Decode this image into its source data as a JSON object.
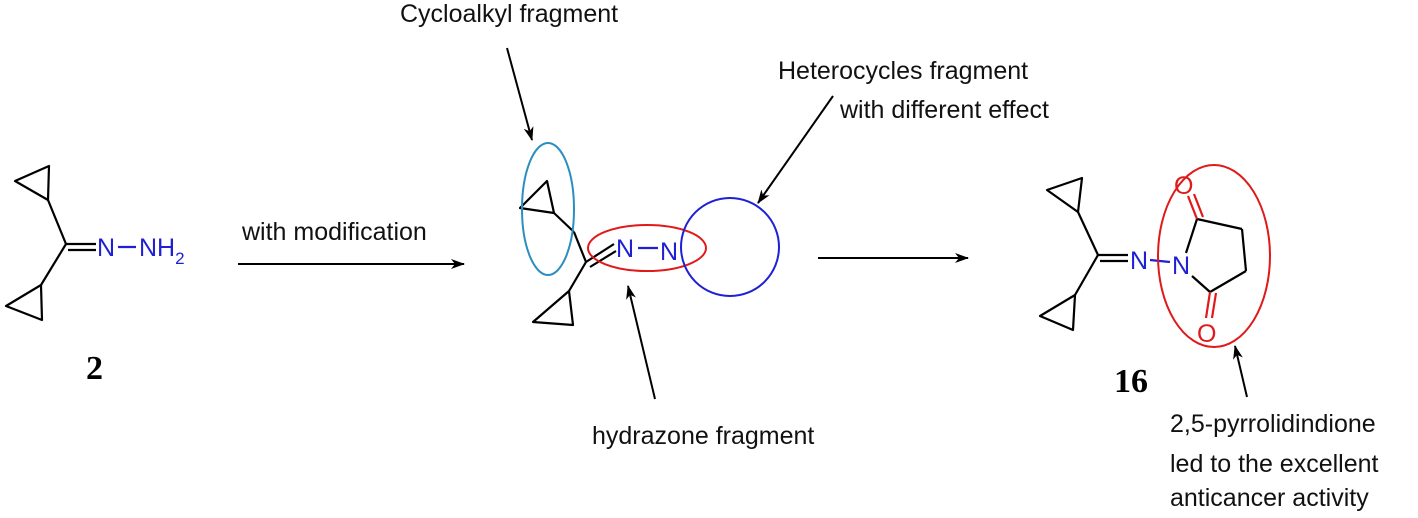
{
  "labels": {
    "cycloalkyl": "Cycloalkyl fragment",
    "heterocycles_line1": "Heterocycles fragment",
    "heterocycles_line2": "with different effect",
    "modification": "with modification",
    "hydrazone": "hydrazone fragment",
    "pyrrolidindione_line1": "2,5-pyrrolidindione",
    "pyrrolidindione_line2": "led to the excellent",
    "pyrrolidindione_line3": "anticancer activity"
  },
  "compounds": {
    "left_number": "2",
    "right_number": "16"
  },
  "atoms": {
    "n": "N",
    "nh": "NH",
    "h_sub": "2",
    "o": "O"
  },
  "colors": {
    "nitrogen": "#1f1fd6",
    "oxygen": "#e01a1a",
    "highlight_red": "#e01a1a",
    "highlight_blue": "#1f1fd6",
    "highlight_teal": "#2a8fc0"
  }
}
